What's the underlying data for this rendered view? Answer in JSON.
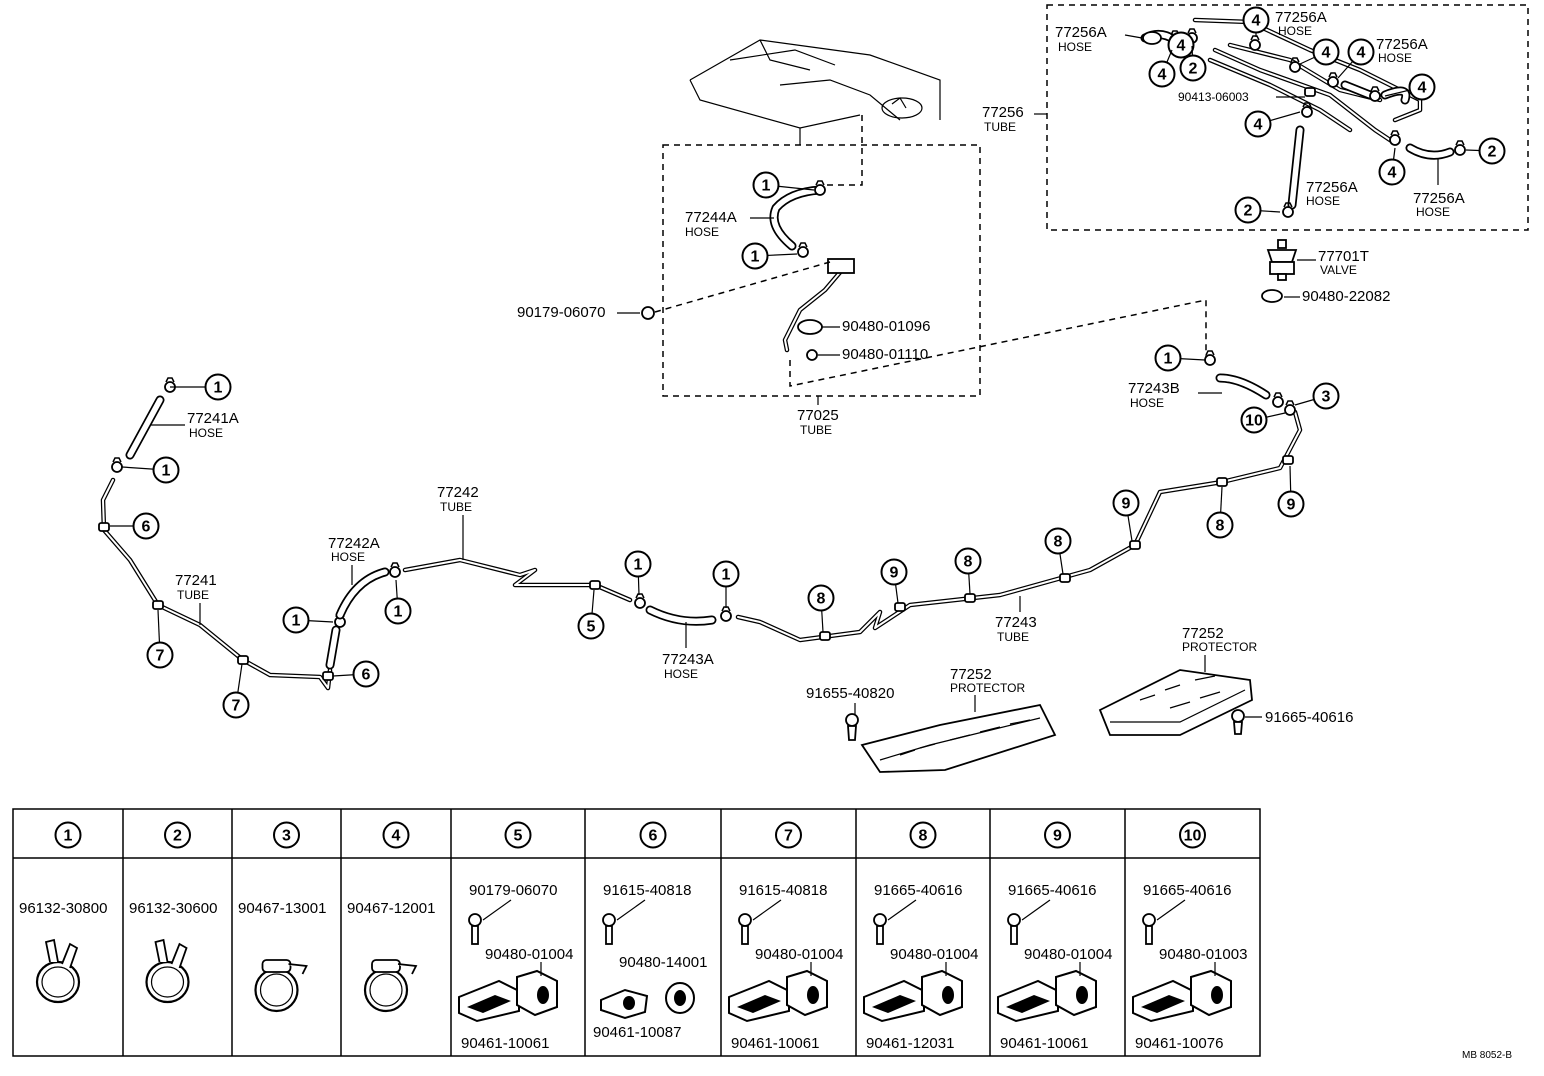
{
  "diagram_code": "MB  8052-B",
  "labels": {
    "tube_77241": "77241",
    "tube_77241_type": "TUBE",
    "hose_77241a": "77241A",
    "hose_77241a_type": "HOSE",
    "hose_77242a": "77242A",
    "hose_77242a_type": "HOSE",
    "tube_77242": "77242",
    "tube_77242_type": "TUBE",
    "hose_77243a": "77243A",
    "hose_77243a_type": "HOSE",
    "tube_77243": "77243",
    "tube_77243_type": "TUBE",
    "hose_77243b": "77243B",
    "hose_77243b_type": "HOSE",
    "tube_77025": "77025",
    "tube_77025_type": "TUBE",
    "hose_77244a": "77244A",
    "hose_77244a_type": "HOSE",
    "p_90179": "90179-06070",
    "p_01096": "90480-01096",
    "p_01110": "90480-01110",
    "tube_77256": "77256",
    "tube_77256_type": "TUBE",
    "h256_a": "77256A",
    "h256_b": "77256A",
    "h256_c": "77256A",
    "h256_d": "77256A",
    "h256_e": "77256A",
    "hose_word": "HOSE",
    "p_06003": "90413-06003",
    "valve_77701t": "77701T",
    "valve_type": "VALVE",
    "p_22082": "90480-22082",
    "prot_1": "77252",
    "prot_1_type": "PROTECTOR",
    "prot_2": "77252",
    "prot_2_type": "PROTECTOR",
    "bolt_40820": "91655-40820",
    "bolt_40616": "91665-40616"
  },
  "callouts": {
    "n1": "1",
    "n2": "2",
    "n3": "3",
    "n4": "4",
    "n5": "5",
    "n6": "6",
    "n7": "7",
    "n8": "8",
    "n9": "9",
    "n10": "10"
  },
  "table": {
    "headers": [
      "1",
      "2",
      "3",
      "4",
      "5",
      "6",
      "7",
      "8",
      "9",
      "10"
    ],
    "c1": [
      "96132-30800"
    ],
    "c2": [
      "96132-30600"
    ],
    "c3": [
      "90467-13001"
    ],
    "c4": [
      "90467-12001"
    ],
    "c5": [
      "90179-06070",
      "90480-01004",
      "90461-10061"
    ],
    "c6": [
      "91615-40818",
      "90480-14001",
      "90461-10087"
    ],
    "c7": [
      "91615-40818",
      "90480-01004",
      "90461-10061"
    ],
    "c8": [
      "91665-40616",
      "90480-01004",
      "90461-12031"
    ],
    "c9": [
      "91665-40616",
      "90480-01004",
      "90461-10061"
    ],
    "c10": [
      "91665-40616",
      "90480-01003",
      "90461-10076"
    ]
  }
}
